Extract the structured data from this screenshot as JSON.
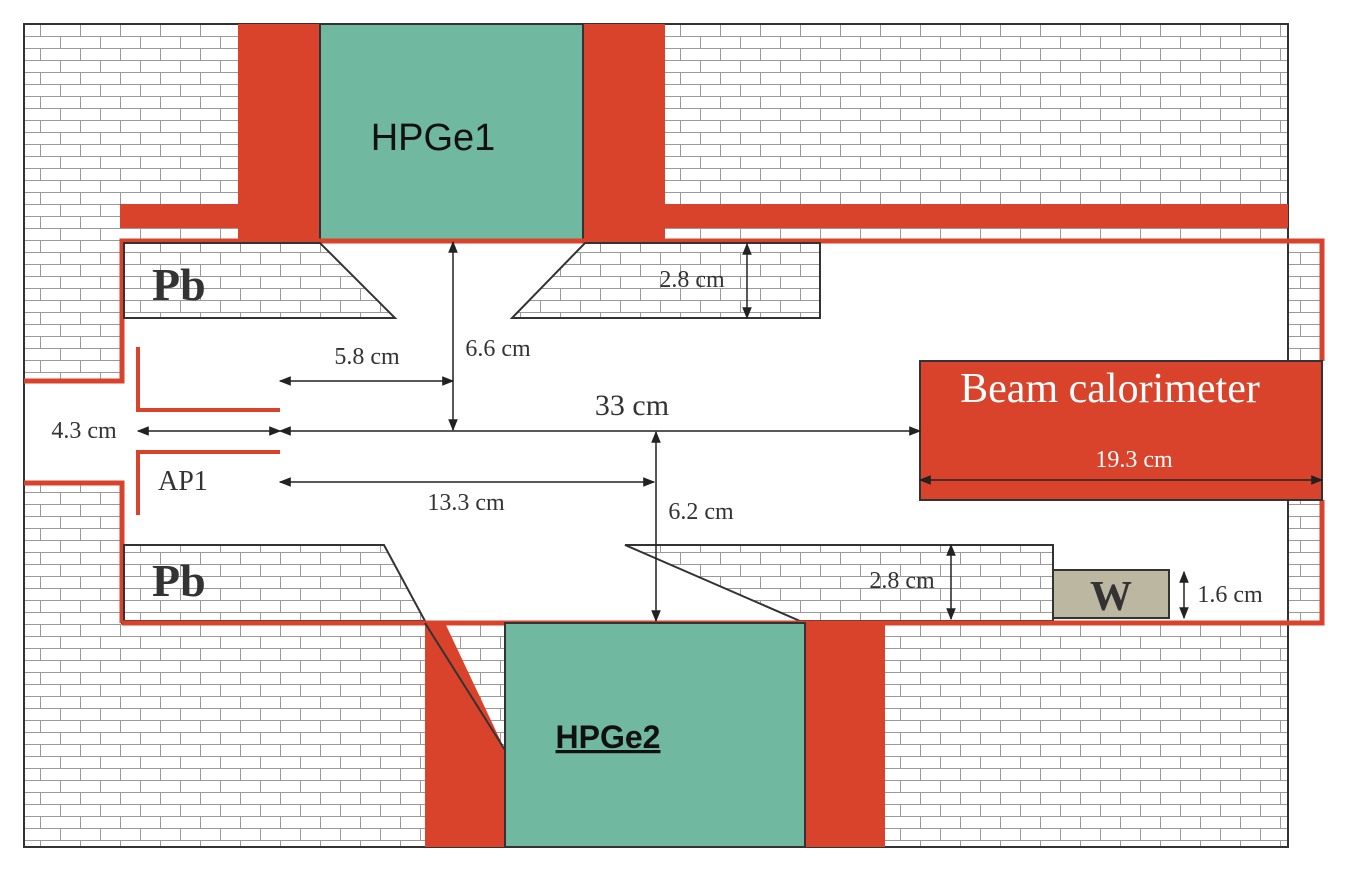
{
  "colors": {
    "red": "#d9432c",
    "detector_green": "#71b8a0",
    "tungsten": "#bcb7a0",
    "brick_line": "#9a9a9a",
    "outline": "#333333"
  },
  "labels": {
    "hpge1": "HPGe1",
    "hpge2": "HPGe2",
    "pb_top": "Pb",
    "pb_bottom": "Pb",
    "w": "W",
    "ap1": "AP1",
    "beam_calorimeter": "Beam calorimeter"
  },
  "dimensions": {
    "pb_top_thickness": "2.8 cm",
    "pb_bottom_thickness": "2.8 cm",
    "top_gap": "6.6 cm",
    "collimator_to_top_gap": "5.8 cm",
    "aperture_depth": "4.3 cm",
    "chamber_length": "33 cm",
    "calorimeter_length": "19.3 cm",
    "collimator_to_bottom_gap": "13.3 cm",
    "bottom_gap": "6.2 cm",
    "w_thickness": "1.6 cm"
  }
}
